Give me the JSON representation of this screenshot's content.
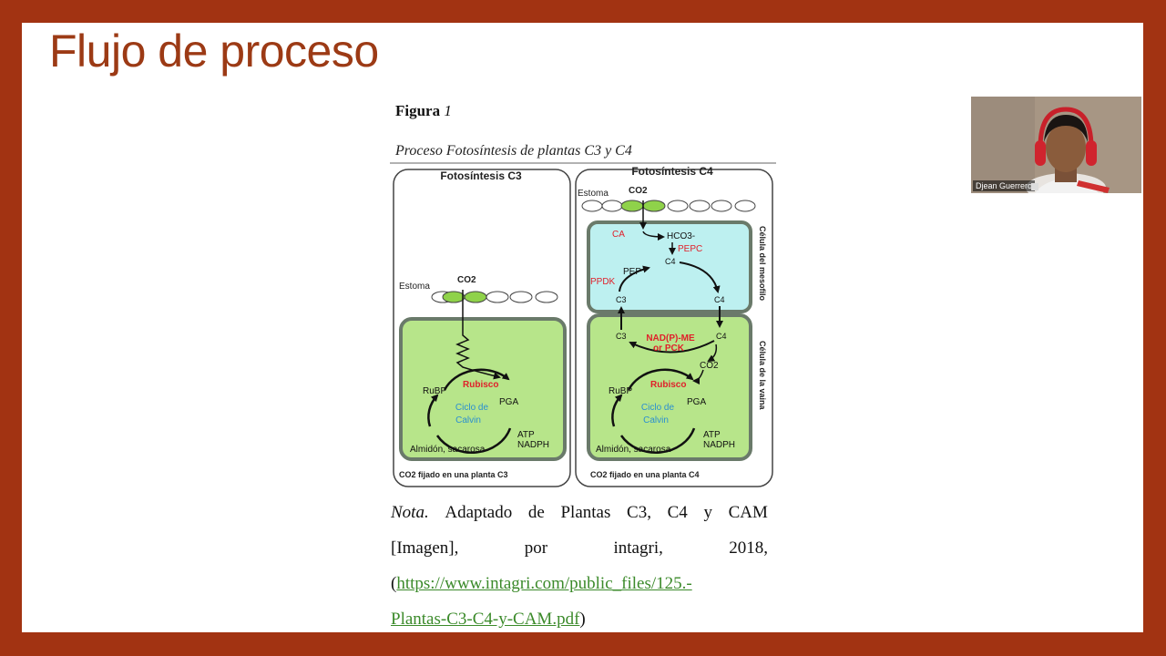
{
  "slide": {
    "title": "Flujo de proceso",
    "figure_label_prefix": "Figura",
    "figure_label_number": "1",
    "figure_caption": "Proceso Fotosíntesis de plantas C3 y C4"
  },
  "diagram": {
    "c3": {
      "header": "Fotosíntesis C3",
      "stoma_label": "Estoma",
      "co2_label": "CO2",
      "rubisco": "Rubisco",
      "rubp": "RuBP",
      "pga": "PGA",
      "calvin_1": "Ciclo de",
      "calvin_2": "Calvin",
      "atp": "ATP",
      "nadph": "NADPH",
      "products": "Almidón, sacarosa",
      "footer": "CO2 fijado en una planta C3"
    },
    "c4": {
      "header": "Fotosíntesis C4",
      "stoma_label": "Estoma",
      "co2_label": "CO2",
      "ca": "CA",
      "hco3": "HCO3-",
      "pepc": "PEPC",
      "pep": "PEP",
      "ppdk": "PPDK",
      "c4": "C4",
      "c3": "C3",
      "nadp_me_1": "NAD(P)-ME",
      "nadp_me_2": "or PCK",
      "co2_inner": "CO2",
      "rubisco": "Rubisco",
      "rubp": "RuBP",
      "pga": "PGA",
      "calvin_1": "Ciclo de",
      "calvin_2": "Calvin",
      "atp": "ATP",
      "nadph": "NADPH",
      "products": "Almidón, sacarosa",
      "footer": "CO2 fijado en una planta C4",
      "mesophyll_label": "Célula del mesofilo",
      "sheath_label": "Célula de la vaina"
    }
  },
  "note": {
    "prefix": "Nota.",
    "line1_words": [
      "Adaptado",
      "de",
      "Plantas",
      "C3,",
      "C4",
      "y",
      "CAM"
    ],
    "line2_words": [
      "[Imagen],",
      "por",
      "intagri,",
      "2018,"
    ],
    "link_part1": "https://www.intagri.com/public_files/125.-",
    "link_part2": "Plantas-C3-C4-y-CAM.pdf",
    "open_paren": "(",
    "close_paren": ")"
  },
  "webcam": {
    "participant_name": "Djean Guerrero"
  },
  "colors": {
    "frame": "#a23312",
    "title": "#9c3a15",
    "cell_green": "#b7e58a",
    "cell_cyan": "#bdf0f0",
    "label_red": "#e0202a",
    "label_blue": "#2a8fd0",
    "link_green": "#3b8a2a"
  }
}
